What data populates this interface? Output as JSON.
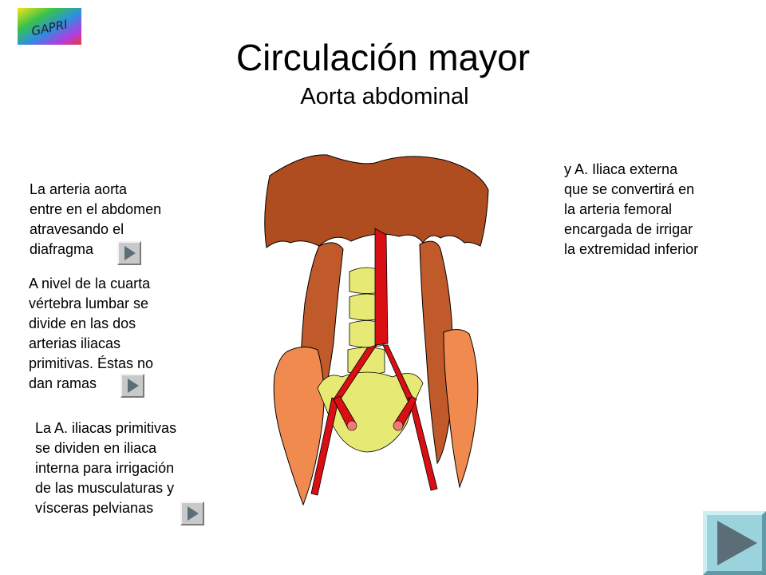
{
  "logo": {
    "text": "GAPRI"
  },
  "title": "Circulación mayor",
  "subtitle": "Aorta abdominal",
  "texts": {
    "t1": "La arteria aorta\nentre en el abdomen\natravesando el\ndiafragma",
    "t2": "A nivel de la cuarta\nvértebra lumbar se\ndivide en las dos\narterias iliacas\nprimitivas. Éstas no\ndan ramas",
    "t3": "La A. iliacas primitivas\nse dividen en iliaca\ninterna para irrigación\nde las musculaturas y\nvísceras pelvianas",
    "t4": " y A. Iliaca externa\nque se convertirá en\nla arteria femoral\nencargada de irrigar\nla extremidad inferior"
  },
  "colors": {
    "muscle_dark": "#a0441b",
    "muscle_light": "#f08a4e",
    "bone": "#e6ea74",
    "artery": "#d90f14",
    "button": "#9bd3dd",
    "arrow": "#5b6e78"
  },
  "icons": {
    "play": "play-triangle-icon",
    "next": "next-arrow-icon"
  }
}
